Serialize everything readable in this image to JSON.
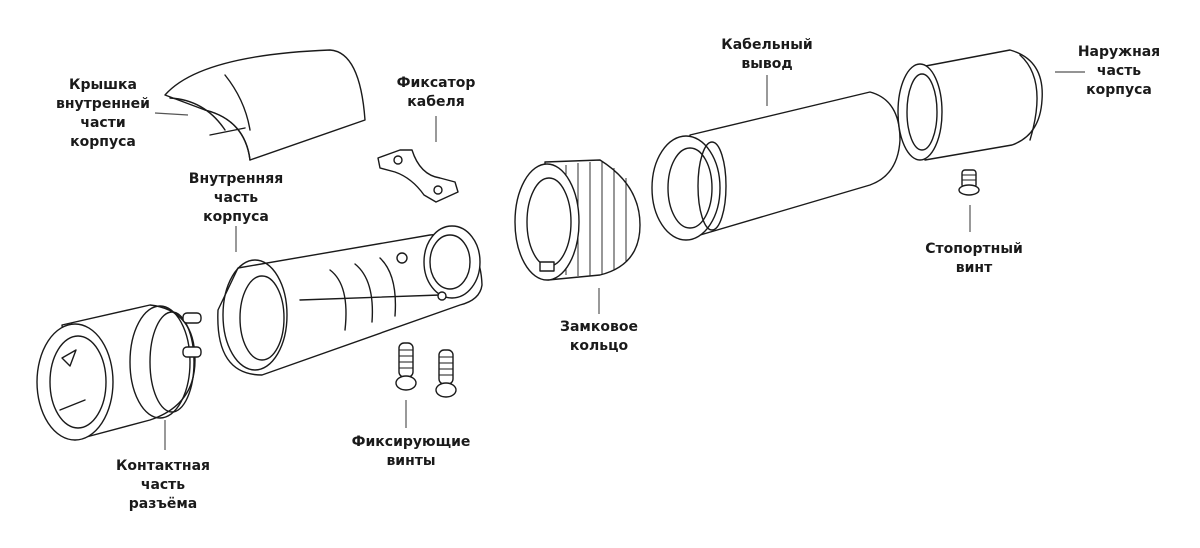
{
  "labels": {
    "cover": [
      "Крышка",
      "внутренней",
      "части",
      "корпуса"
    ],
    "inner_body": [
      "Внутренняя",
      "часть",
      "корпуса"
    ],
    "cable_clamp": [
      "Фиксатор",
      "кабеля"
    ],
    "contact_part": [
      "Контактная",
      "часть",
      "разъёма"
    ],
    "fixing_screws": [
      "Фиксирующие",
      "винты"
    ],
    "lock_ring": [
      "Замковое",
      "кольцо"
    ],
    "cable_outlet": [
      "Кабельный",
      "вывод"
    ],
    "outer_body": [
      "Наружная",
      "часть",
      "корпуса"
    ],
    "set_screw": [
      "Стопортный",
      "винт"
    ]
  },
  "colors": {
    "stroke": "#1a1a1a",
    "fill": "#ffffff",
    "leader": "#555555"
  }
}
